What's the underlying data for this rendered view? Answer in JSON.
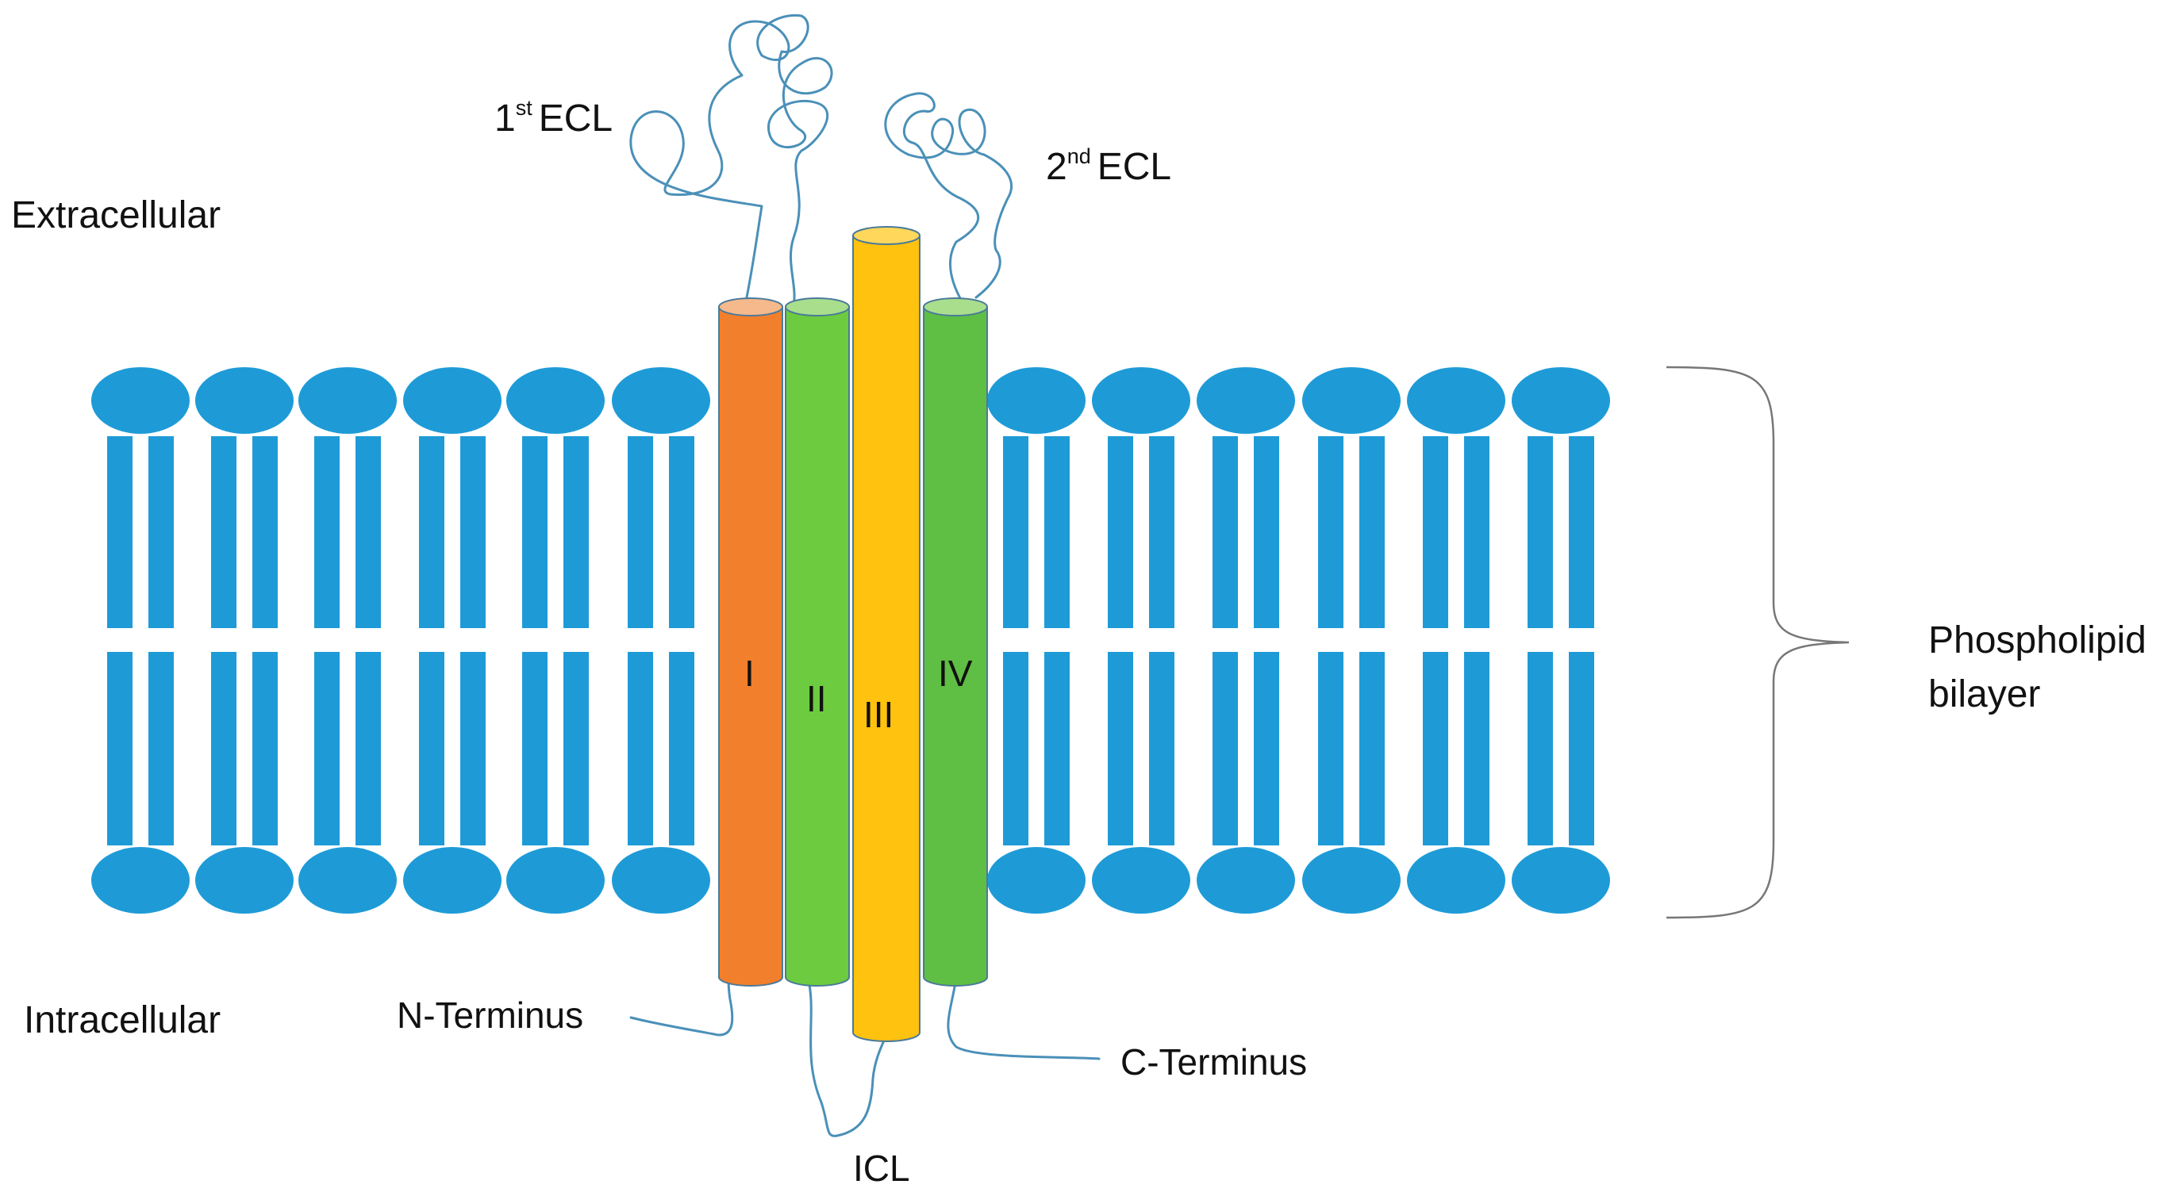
{
  "colors": {
    "lipid": "#1E9BD7",
    "loop_line": "#4A90B8",
    "helix_I": "#F27F2C",
    "helix_I_top": "#F5B98C",
    "helix_II": "#6CCB3E",
    "helix_II_top": "#A9DE8C",
    "helix_III": "#FFC20E",
    "helix_III_top": "#FFD75A",
    "helix_IV": "#5FBE44",
    "helix_IV_top": "#A9DE8C",
    "bracket": "#777777"
  },
  "labels": {
    "extracellular": "Extracellular",
    "intracellular": "Intracellular",
    "ecl1_base": "1",
    "ecl1_sup": "st",
    "ecl1_rest": "ECL",
    "ecl2_base": "2",
    "ecl2_sup": "nd",
    "ecl2_rest": "ECL",
    "n_terminus": "N-Terminus",
    "c_terminus": "C-Terminus",
    "icl": "ICL",
    "bilayer_line1": "Phospholipid",
    "bilayer_line2": "bilayer"
  },
  "helices": [
    {
      "name": "helix-I",
      "label": "I"
    },
    {
      "name": "helix-II",
      "label": "II"
    },
    {
      "name": "helix-III",
      "label": "III"
    },
    {
      "name": "helix-IV",
      "label": "IV"
    }
  ]
}
